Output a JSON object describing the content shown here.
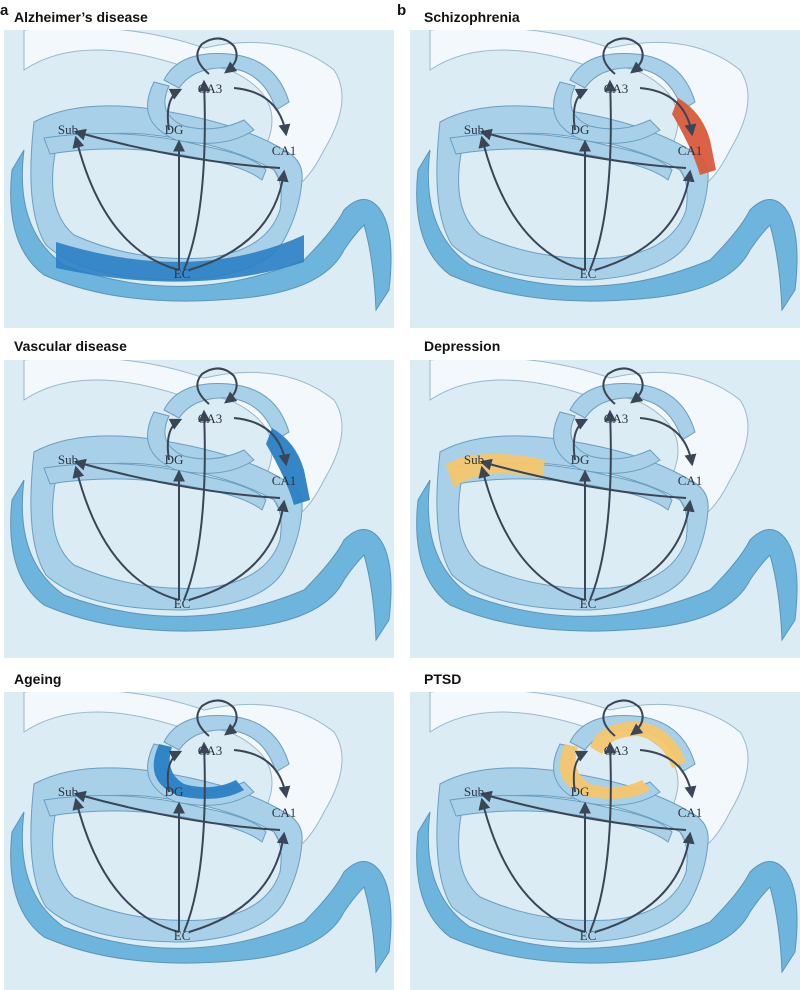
{
  "panel_letters": [
    "a",
    "b"
  ],
  "panels": [
    {
      "title": "Alzheimer’s disease",
      "highlight": {
        "region": "EC",
        "color": "#2a7fc4"
      }
    },
    {
      "title": "Schizophrenia",
      "highlight": {
        "region": "CA1",
        "color": "#d95a3a"
      }
    },
    {
      "title": "Vascular disease",
      "highlight": {
        "region": "CA1",
        "color": "#2a7fc4"
      }
    },
    {
      "title": "Depression",
      "highlight": {
        "region": "Sub",
        "color": "#f5c66e"
      }
    },
    {
      "title": "Ageing",
      "highlight": {
        "region": "DG",
        "color": "#2a7fc4"
      }
    },
    {
      "title": "PTSD",
      "highlight": {
        "region": "DG+CA3",
        "color": "#f5c66e"
      }
    }
  ],
  "region_labels": {
    "ca3": "CA3",
    "dg": "DG",
    "sub": "Sub",
    "ca1": "CA1",
    "ec": "EC"
  },
  "colors": {
    "background": "#dcecf5",
    "outer_band": "#f2f8fc",
    "hippocampus_band": "#a8d0e8",
    "cortex_band": "#6eb5dd",
    "arrow": "#3a4656"
  }
}
